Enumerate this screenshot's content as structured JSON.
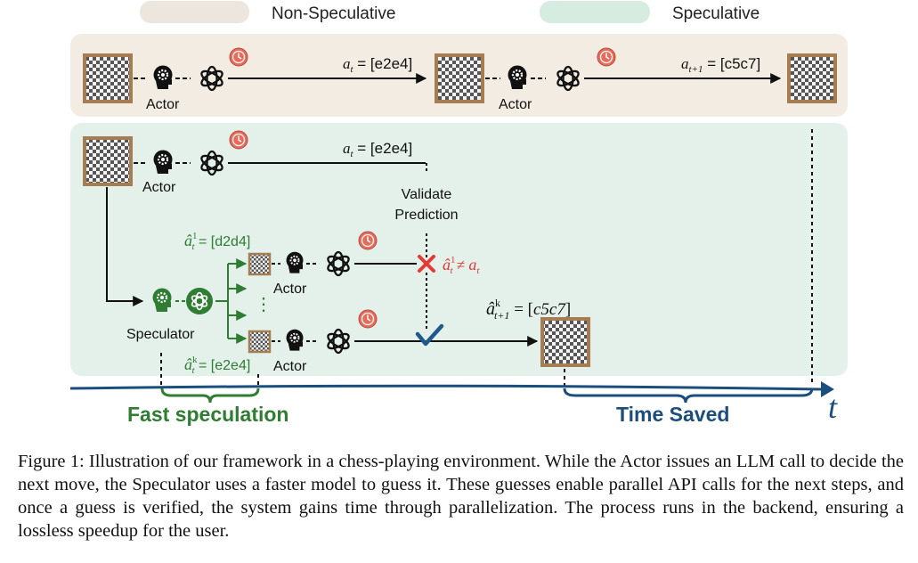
{
  "legend": {
    "non_speculative": "Non-Speculative",
    "speculative": "Speculative"
  },
  "labels": {
    "actor": "Actor",
    "speculator": "Speculator",
    "validate_line1": "Validate",
    "validate_line2": "Prediction",
    "fast_speculation": "Fast speculation",
    "time_saved": "Time Saved",
    "time_axis": "t",
    "vertical_dots": "⋮"
  },
  "actions": {
    "a_t": {
      "sym": "a",
      "sub": "t",
      "rest": " = [e2e4]"
    },
    "a_t1": {
      "sym": "a",
      "sub": "t+1",
      "rest": " = [c5c7]"
    },
    "spec_1": {
      "sym": "â",
      "sup": "1",
      "sub": "t",
      "rest": " = [d2d4]"
    },
    "spec_k": {
      "sym": "â",
      "sup": "k",
      "sub": "t",
      "rest": " = [e2e4]"
    },
    "mismatch": {
      "sym": "â",
      "sup": "1",
      "sub": "t",
      "rest": " ≠ ",
      "sym2": "a",
      "sub2": "t"
    },
    "verified": {
      "sym": "â",
      "sup": "k",
      "sub": "t+1",
      "rest": " = [",
      "mid": "c5c7",
      "end": "]"
    }
  },
  "colors": {
    "non_spec_bg": "#f2ece3",
    "spec_bg": "#e3f1ea",
    "legend_non_spec": "#ede6de",
    "legend_spec": "#d6ece1",
    "speculator_green": "#2e7d32",
    "axis_blue": "#1b4e7c",
    "error_red": "#e53935",
    "check_blue": "#1f5a8c",
    "clock_red": "#e56b5b",
    "board_border": "#a67c52"
  },
  "caption": "Figure 1: Illustration of our framework in a chess-playing environment. While the Actor issues an LLM call to decide the next move, the Speculator uses a faster model to guess it. These guesses enable parallel API calls for the next steps, and once a guess is verified, the system gains time through parallelization. The process runs in the backend, ensuring a lossless speedup for the user."
}
